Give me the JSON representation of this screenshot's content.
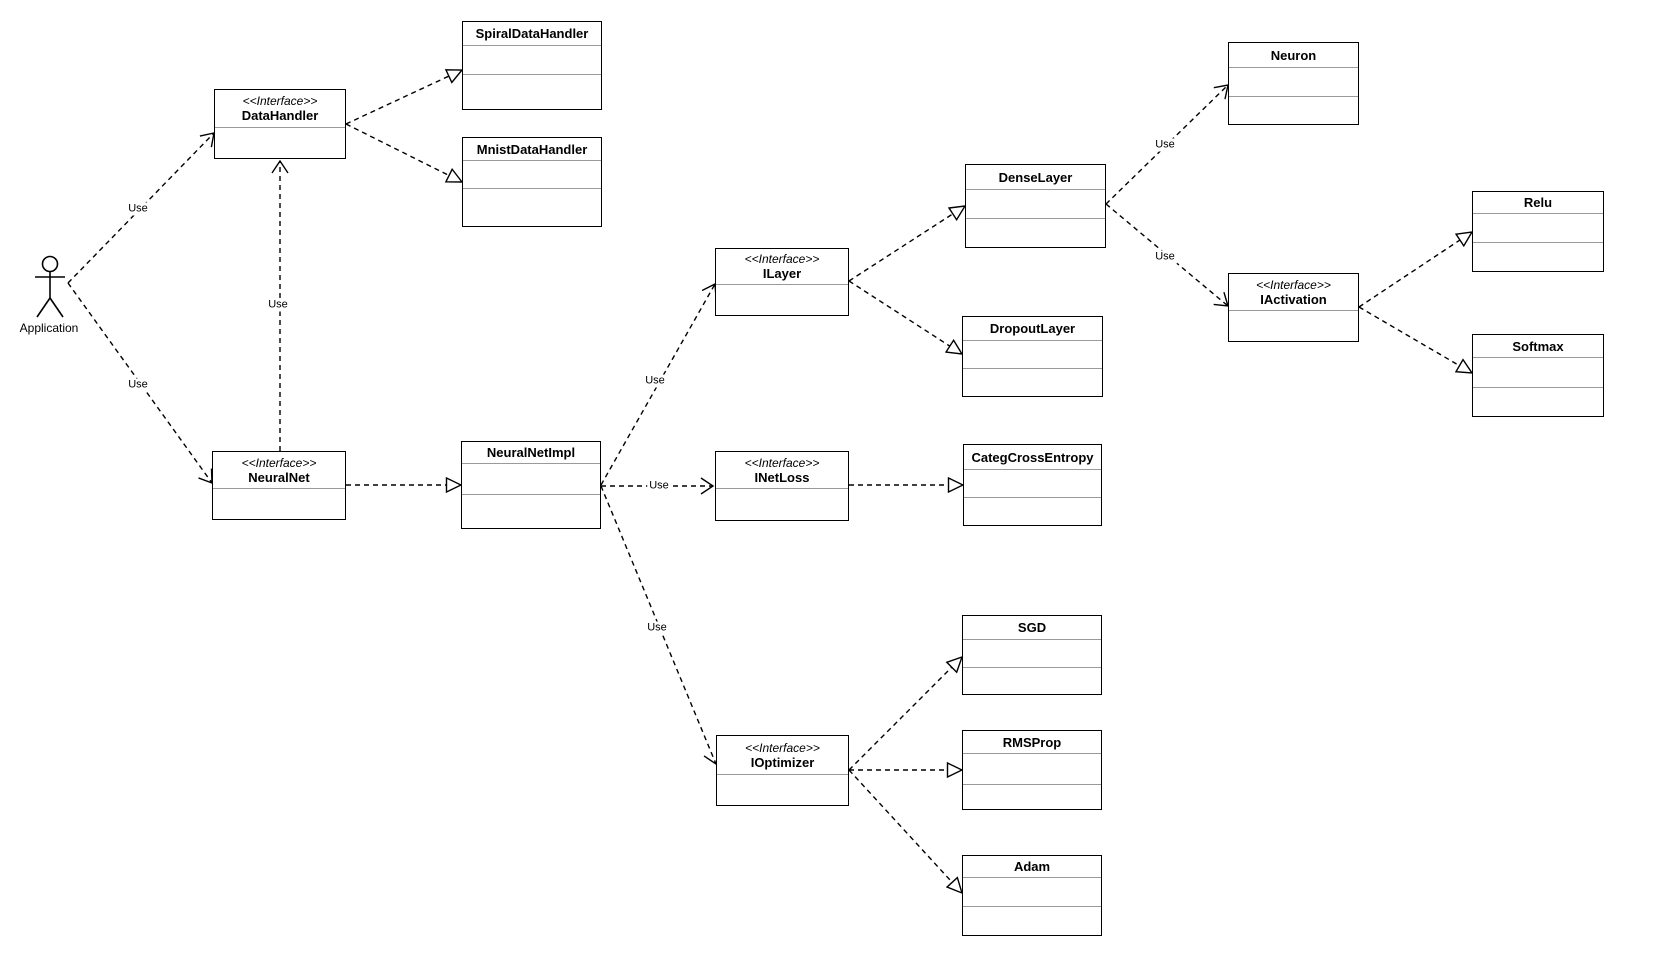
{
  "diagram": {
    "type": "uml-class-diagram",
    "colors": {
      "stroke": "#000000",
      "box_fill": "#ffffff",
      "separator": "#9a9a9a",
      "background": "#ffffff"
    }
  },
  "actor": {
    "label": "Application"
  },
  "nodes": {
    "data_handler": {
      "stereotype": "<<Interface>>",
      "name": "DataHandler"
    },
    "spiral_data_handler": {
      "name": "SpiralDataHandler"
    },
    "mnist_data_handler": {
      "name": "MnistDataHandler"
    },
    "neural_net": {
      "stereotype": "<<Interface>>",
      "name": "NeuralNet"
    },
    "neural_net_impl": {
      "name": "NeuralNetImpl"
    },
    "i_layer": {
      "stereotype": "<<Interface>>",
      "name": "ILayer"
    },
    "dense_layer": {
      "name": "DenseLayer"
    },
    "dropout_layer": {
      "name": "DropoutLayer"
    },
    "neuron": {
      "name": "Neuron"
    },
    "i_activation": {
      "stereotype": "<<Interface>>",
      "name": "IActivation"
    },
    "relu": {
      "name": "Relu"
    },
    "softmax": {
      "name": "Softmax"
    },
    "i_net_loss": {
      "stereotype": "<<Interface>>",
      "name": "INetLoss"
    },
    "categ_cross_entropy": {
      "name": "CategCrossEntropy"
    },
    "i_optimizer": {
      "stereotype": "<<Interface>>",
      "name": "IOptimizer"
    },
    "sgd": {
      "name": "SGD"
    },
    "rms_prop": {
      "name": "RMSProp"
    },
    "adam": {
      "name": "Adam"
    }
  },
  "edges": [
    {
      "from": "Application",
      "to": "DataHandler",
      "type": "dependency",
      "label": "Use"
    },
    {
      "from": "Application",
      "to": "NeuralNet",
      "type": "dependency",
      "label": "Use"
    },
    {
      "from": "NeuralNet",
      "to": "DataHandler",
      "type": "dependency",
      "label": "Use"
    },
    {
      "from": "NeuralNet",
      "to": "NeuralNetImpl",
      "type": "realization"
    },
    {
      "from": "DataHandler",
      "to": "SpiralDataHandler",
      "type": "realization"
    },
    {
      "from": "DataHandler",
      "to": "MnistDataHandler",
      "type": "realization"
    },
    {
      "from": "NeuralNetImpl",
      "to": "ILayer",
      "type": "dependency",
      "label": "Use"
    },
    {
      "from": "NeuralNetImpl",
      "to": "INetLoss",
      "type": "dependency",
      "label": "Use"
    },
    {
      "from": "NeuralNetImpl",
      "to": "IOptimizer",
      "type": "dependency",
      "label": "Use"
    },
    {
      "from": "ILayer",
      "to": "DenseLayer",
      "type": "realization"
    },
    {
      "from": "ILayer",
      "to": "DropoutLayer",
      "type": "realization"
    },
    {
      "from": "DenseLayer",
      "to": "Neuron",
      "type": "dependency",
      "label": "Use"
    },
    {
      "from": "DenseLayer",
      "to": "IActivation",
      "type": "dependency",
      "label": "Use"
    },
    {
      "from": "IActivation",
      "to": "Relu",
      "type": "realization"
    },
    {
      "from": "IActivation",
      "to": "Softmax",
      "type": "realization"
    },
    {
      "from": "INetLoss",
      "to": "CategCrossEntropy",
      "type": "realization"
    },
    {
      "from": "IOptimizer",
      "to": "SGD",
      "type": "realization"
    },
    {
      "from": "IOptimizer",
      "to": "RMSProp",
      "type": "realization"
    },
    {
      "from": "IOptimizer",
      "to": "Adam",
      "type": "realization"
    }
  ]
}
